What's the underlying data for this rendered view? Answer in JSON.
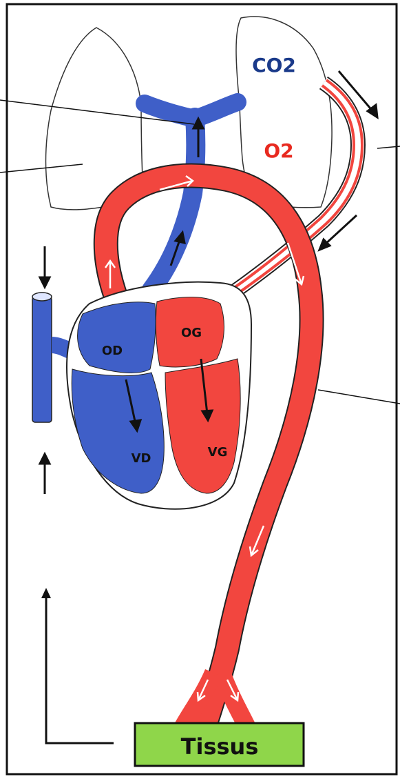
{
  "labels": {
    "co2": "CO2",
    "o2": "O2",
    "og": "OG",
    "od": "OD",
    "vd": "VD",
    "vg": "VG",
    "tissus": "Tissus"
  },
  "colors": {
    "artery_red": "#f2463f",
    "vein_blue": "#3f5fc8",
    "co2_text": "#1a3a8a",
    "o2_text": "#e8291f",
    "tissus_fill": "#8fd64a",
    "outline": "#222222",
    "arrow": "#111111"
  }
}
